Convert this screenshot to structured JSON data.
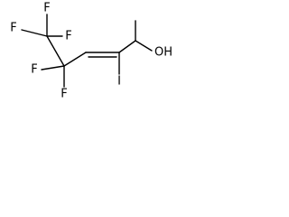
{
  "molecule": {
    "labels": {
      "f_top_left": "F",
      "f_top": "F",
      "f_right": "F",
      "f_bottom_left": "F",
      "f_bottom": "F",
      "iodine": "I",
      "hydroxyl": "OH"
    }
  }
}
